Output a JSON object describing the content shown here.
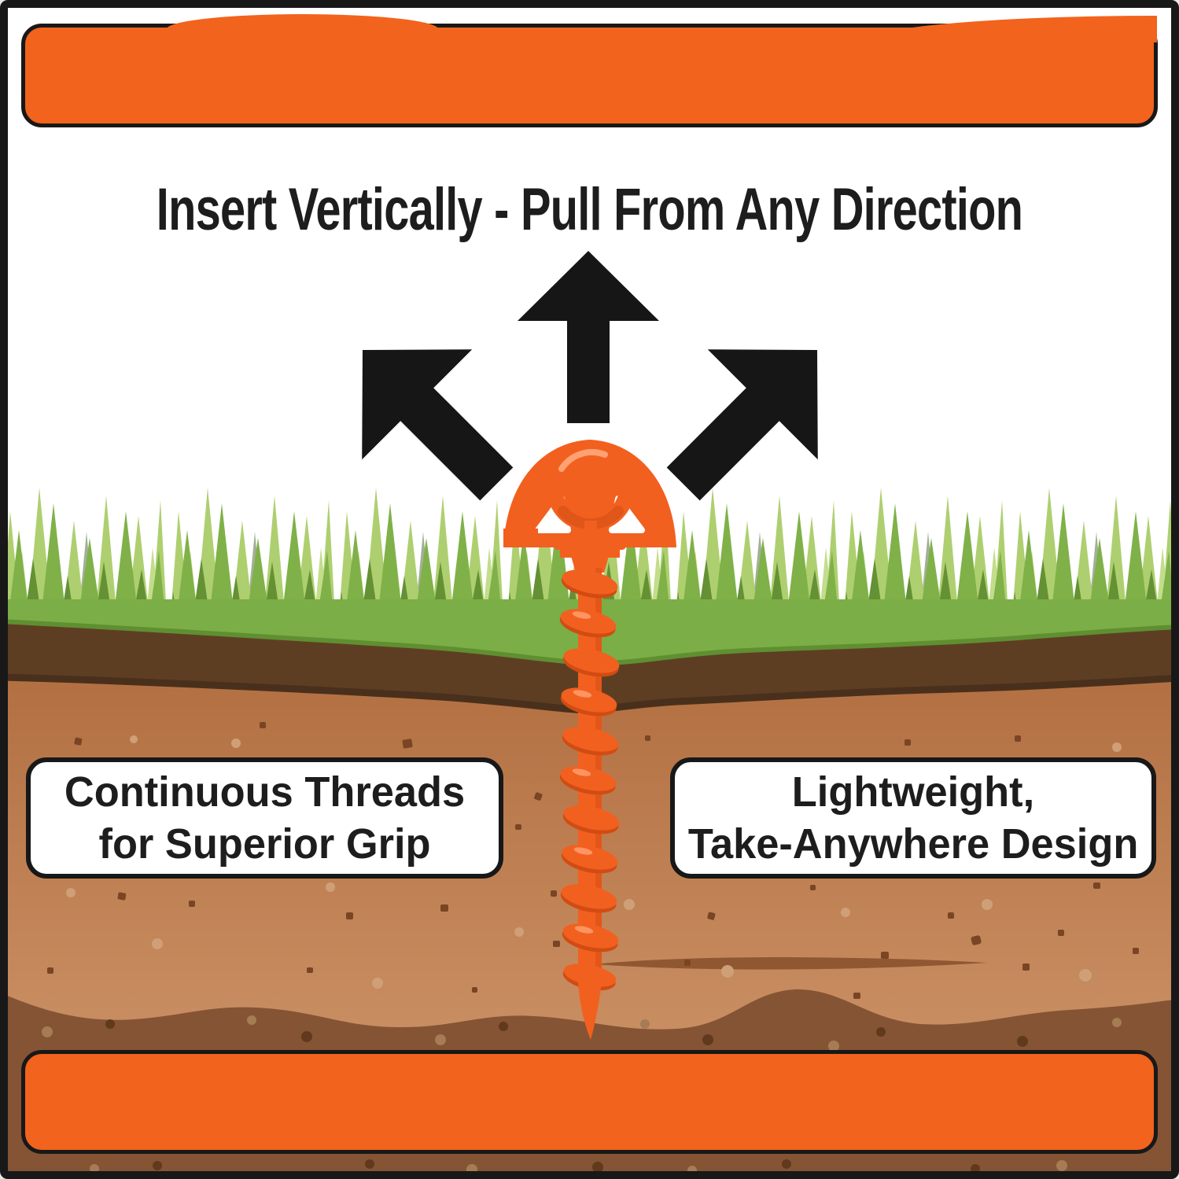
{
  "image_description": "Product infographic: spiral ground anchor screwed vertically into grass and soil cross-section",
  "title": {
    "text": "Insert Vertically - Pull From Any Direction"
  },
  "banners": {
    "top_label": "",
    "bottom_label": ""
  },
  "callouts": {
    "left": {
      "line1": "Continuous Threads",
      "line2": "for Superior Grip"
    },
    "right": {
      "line1": "Lightweight,",
      "line2": "Take-Anywhere Design"
    }
  },
  "icons": {
    "arrows": [
      "arrow-up-left-icon",
      "arrow-up-icon",
      "arrow-up-right-icon"
    ],
    "product": "spiral-ground-anchor-illustration"
  },
  "colors": {
    "paper": "#ffffff",
    "frame": "#181818",
    "banner_orange": "#F2631D",
    "text_dark": "#1d1d1d",
    "arrow_black": "#161616",
    "anchor_orange": "#F2601F",
    "anchor_orange_dark": "#D14C12",
    "anchor_highlight": "#FFA173",
    "grass_gray": "#93A186",
    "grass_light": "#AECF6F",
    "grass_lighter": "#C3DD8B",
    "grass_mid": "#7FB148",
    "grass_dark": "#649134",
    "band_green": "#7BAE46",
    "band_green_dark": "#5F8F31",
    "topsoil_dark": "#5E3E23",
    "topsoil_darker": "#49301C",
    "soil_light_top": "#B26F41",
    "soil_light_bottom": "#C98F63",
    "soil_spot_dark": "#7A4524",
    "soil_spot_light": "#CFA077",
    "soil_deep": "#855434",
    "soil_deep_spot_dark": "#61391D",
    "soil_deep_spot_light": "#A67C54",
    "streak": "#8F5832"
  }
}
